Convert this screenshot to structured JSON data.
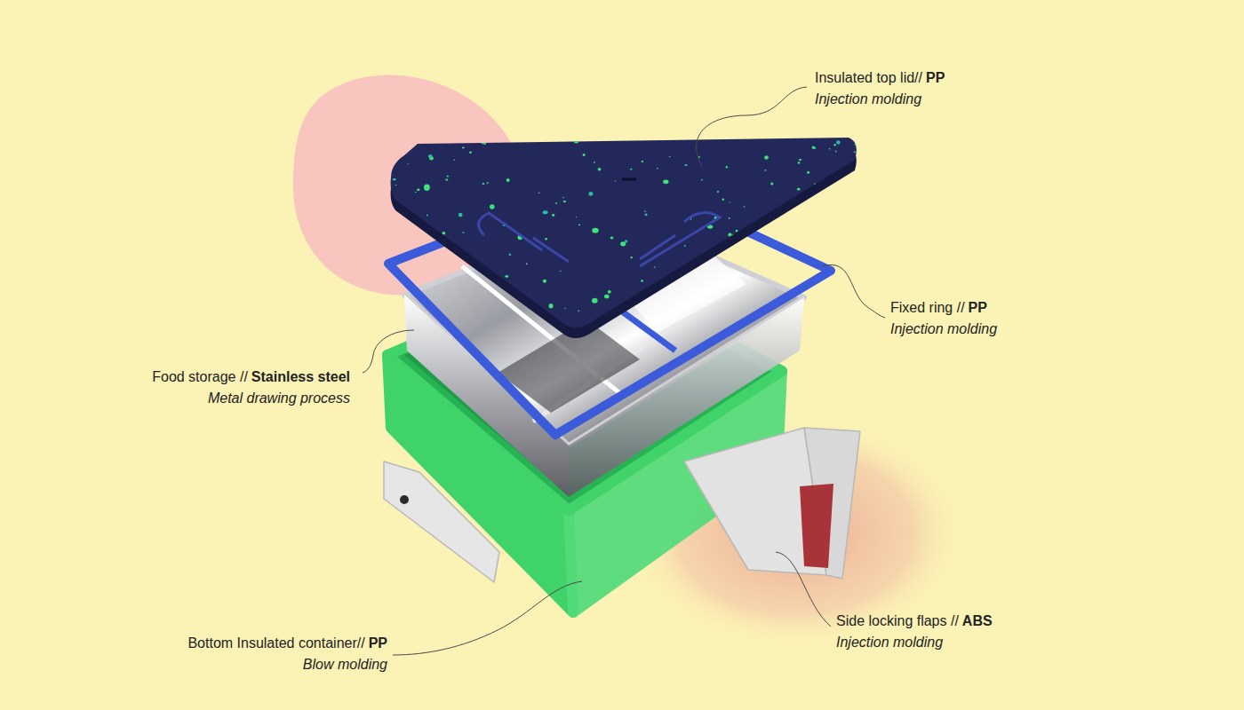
{
  "diagram": {
    "labels": [
      "Insulated top lid//",
      "PP",
      "Injection molding",
      "Fixed ring //",
      "PP",
      "Injection molding",
      "Food storage //",
      "Stainless steel",
      "Metal drawing process",
      "Bottom Insulated container//",
      "PP",
      "Blow molding",
      "Side locking flaps //",
      "ABS",
      "Injection molding"
    ]
  }
}
